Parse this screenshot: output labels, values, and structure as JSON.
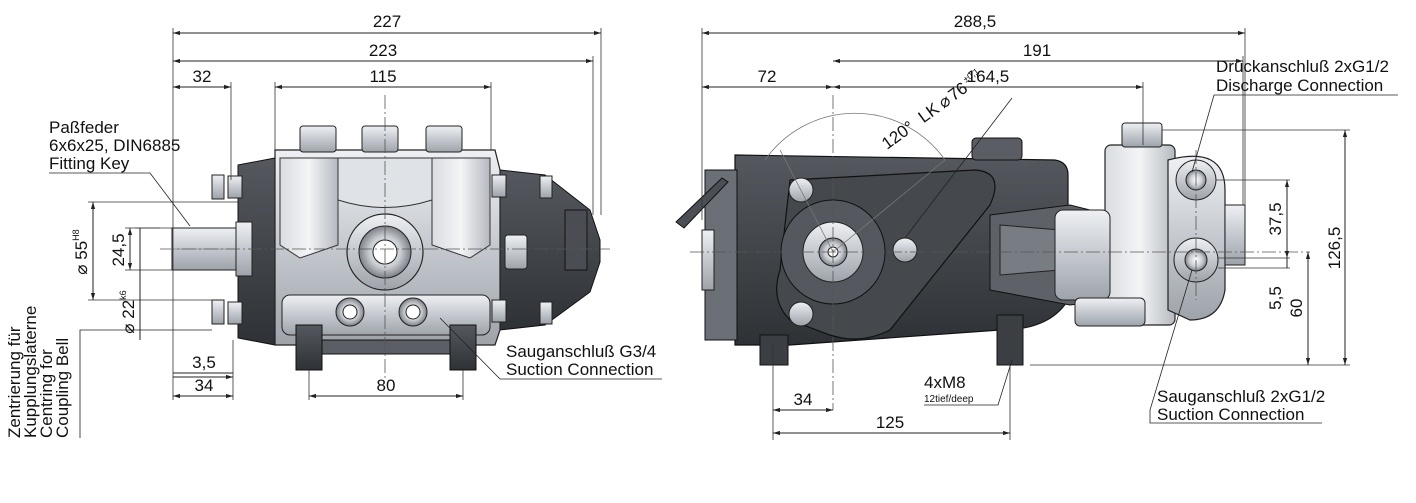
{
  "front_view": {
    "dims": {
      "overall_227": "227",
      "width_223": "223",
      "offset_32": "32",
      "width_115": "115",
      "offset_3_5": "3,5",
      "offset_34": "34",
      "spacing_80": "80",
      "diameter_55": "55",
      "diameter_55_tol": "H8",
      "height_24_5": "24,5",
      "diameter_22": "22",
      "diameter_22_tol": "k6"
    },
    "fitting_key": {
      "line1": "Paßfeder",
      "line2": "6x6x25, DIN6885",
      "line3": "Fitting Key"
    },
    "suction": {
      "line1": "Sauganschluß G3/4",
      "line2": "Suction Connection"
    },
    "centring": {
      "line1": "Zentrierung für",
      "line2": "Kupplungslaterne",
      "line3": "Centring for",
      "line4": "Coupling Bell"
    }
  },
  "side_view": {
    "dims": {
      "overall_288_5": "288,5",
      "length_191": "191",
      "offset_72": "72",
      "length_164_5": "164,5",
      "height_126_5": "126,5",
      "height_37_5": "37,5",
      "height_5_5": "5,5",
      "height_60": "60",
      "offset_34": "34",
      "length_125": "125"
    },
    "angle": "120°",
    "bolt_circle": {
      "prefix": "LK",
      "value": "76",
      "tol": "±0,1"
    },
    "discharge": {
      "line1": "Druckanschluß 2xG1/2",
      "line2": "Discharge Connection"
    },
    "mounting": {
      "line1": "4xM8",
      "line2": "12tief/deep"
    },
    "suction": {
      "line1": "Sauganschluß 2xG1/2",
      "line2": "Suction Connection"
    }
  },
  "colors": {
    "body_dark": "#3a3d42",
    "body_mid": "#6b6f76",
    "metal_light": "#d6d9de",
    "metal_mid": "#a9adb4",
    "line": "#222222"
  }
}
